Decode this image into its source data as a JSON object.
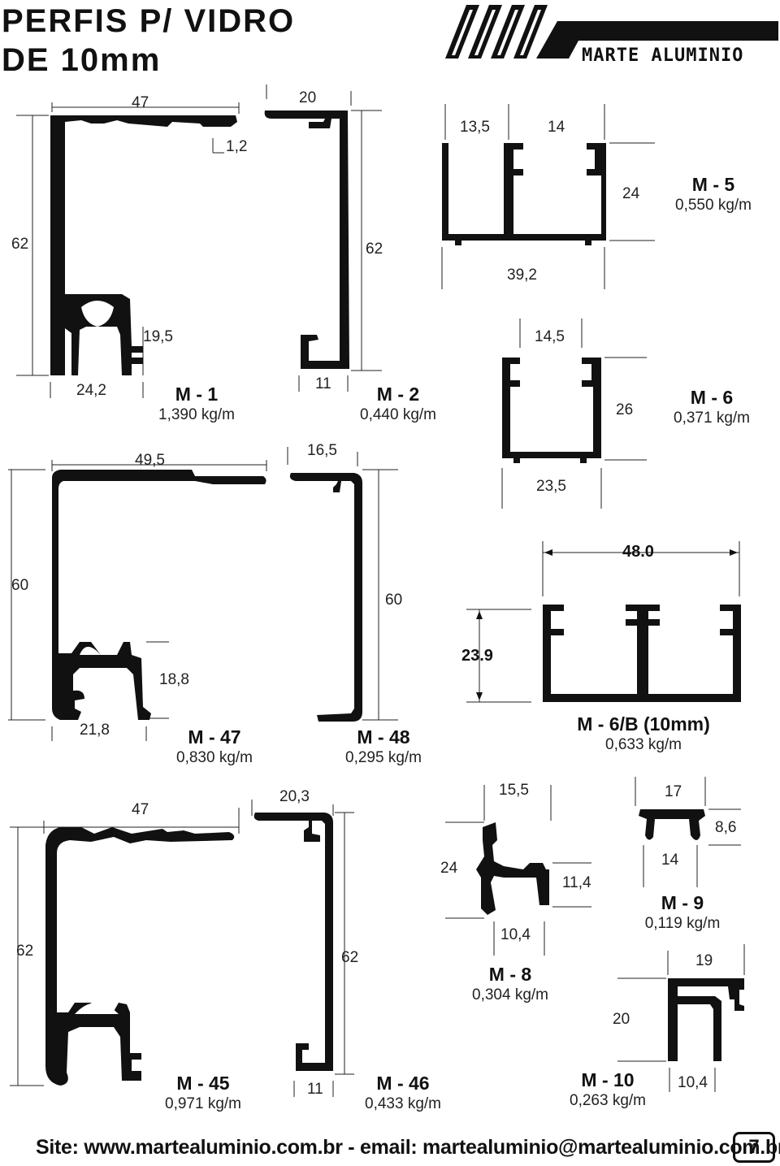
{
  "header": {
    "title_line1": "PERFIS P/ VIDRO",
    "title_line2": "DE 10mm",
    "brand_name": "MARTE ALUMINIO"
  },
  "profiles": [
    {
      "code": "M - 1",
      "weight": "1,390 kg/m",
      "dims": [
        "47",
        "1,2",
        "62",
        "19,5",
        "24,2"
      ]
    },
    {
      "code": "M - 2",
      "weight": "0,440 kg/m",
      "dims": [
        "20",
        "62",
        "11"
      ]
    },
    {
      "code": "M - 5",
      "weight": "0,550 kg/m",
      "dims": [
        "13,5",
        "14",
        "24",
        "39,2"
      ]
    },
    {
      "code": "M - 6",
      "weight": "0,371 kg/m",
      "dims": [
        "14,5",
        "26",
        "23,5"
      ]
    },
    {
      "code": "M - 47",
      "weight": "0,830 kg/m",
      "dims": [
        "49,5",
        "60",
        "18,8",
        "21,8"
      ]
    },
    {
      "code": "M - 48",
      "weight": "0,295 kg/m",
      "dims": [
        "16,5",
        "60"
      ]
    },
    {
      "code": "M - 6/B (10mm)",
      "weight": "0,633 kg/m",
      "dims": [
        "48.0",
        "23.9"
      ]
    },
    {
      "code": "M - 45",
      "weight": "0,971 kg/m",
      "dims": [
        "47",
        "62"
      ]
    },
    {
      "code": "M - 46",
      "weight": "0,433 kg/m",
      "dims": [
        "20,3",
        "62",
        "11"
      ]
    },
    {
      "code": "M - 8",
      "weight": "0,304 kg/m",
      "dims": [
        "15,5",
        "24",
        "11,4",
        "10,4"
      ]
    },
    {
      "code": "M - 9",
      "weight": "0,119 kg/m",
      "dims": [
        "17",
        "8,6",
        "14"
      ]
    },
    {
      "code": "M - 10",
      "weight": "0,263 kg/m",
      "dims": [
        "19",
        "20",
        "10,4"
      ]
    }
  ],
  "footer": {
    "text": "Site: www.martealuminio.com.br - email: martealuminio@martealuminio.com.br",
    "page_number": "7"
  },
  "colors": {
    "ink": "#111111",
    "background": "#ffffff"
  }
}
